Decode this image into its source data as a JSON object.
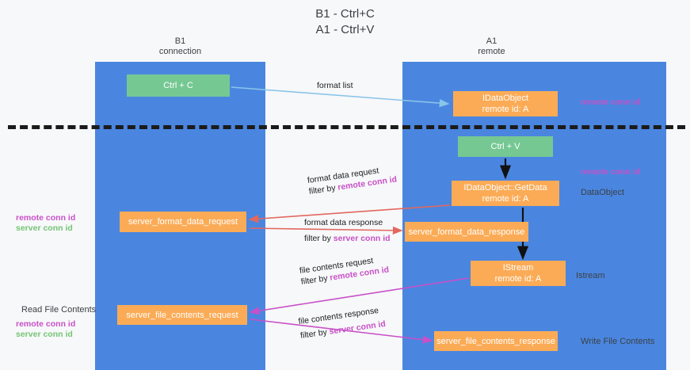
{
  "title": {
    "line1": "B1 - Ctrl+C",
    "line2": "A1 - Ctrl+V"
  },
  "lanes": {
    "left": {
      "name": "B1",
      "role": "connection"
    },
    "right": {
      "name": "A1",
      "role": "remote"
    }
  },
  "nodes": {
    "ctrl_c": {
      "label": "Ctrl + C"
    },
    "idataobject": {
      "line1": "IDataObject",
      "line2": "remote id: A"
    },
    "ctrl_v": {
      "label": "Ctrl + V"
    },
    "getdata": {
      "line1": "IDataObject::GetData",
      "line2": "remote id: A"
    },
    "fmt_request": {
      "label": "server_format_data_request"
    },
    "fmt_response": {
      "label": "server_format_data_response"
    },
    "istream": {
      "line1": "IStream",
      "line2": "remote id: A"
    },
    "file_request": {
      "label": "server_file_contents_request"
    },
    "file_response": {
      "label": "server_file_contents_response"
    }
  },
  "edges": {
    "format_list": {
      "label": "format list"
    },
    "format_data_request": {
      "label": "format data request",
      "filter_prefix": "filter by ",
      "filter_key": "remote conn id"
    },
    "format_data_response": {
      "label": "format data response",
      "filter_prefix": "filter by ",
      "filter_key": "server conn id"
    },
    "file_contents_request": {
      "label": "file contents request",
      "filter_prefix": "filter by ",
      "filter_key": "remote conn id"
    },
    "file_contents_response": {
      "label": "file contents response",
      "filter_prefix": "filter by ",
      "filter_key": "server conn id"
    }
  },
  "side_labels": {
    "dataobject": "DataObject",
    "istream": "Istream",
    "write_file_contents": "Write File Contents",
    "read_file_contents": "Read File Contents"
  },
  "legends": {
    "right_top": "remote conn id",
    "right_mid": "remote conn id",
    "left_mid": {
      "remote": "remote conn id",
      "server": "server conn id"
    },
    "left_bottom": {
      "remote": "remote conn id",
      "server": "server conn id"
    }
  },
  "colors": {
    "lane": "#4a86e0",
    "green_node": "#76c893",
    "orange_node": "#fbab56",
    "remote_conn_id": "#c850c8",
    "server_conn_id": "#74c476",
    "arrow_blue": "#8ac4e8",
    "arrow_red": "#e2685f",
    "arrow_magenta": "#c850c8",
    "arrow_black": "#111111",
    "background": "#f7f8f9"
  }
}
